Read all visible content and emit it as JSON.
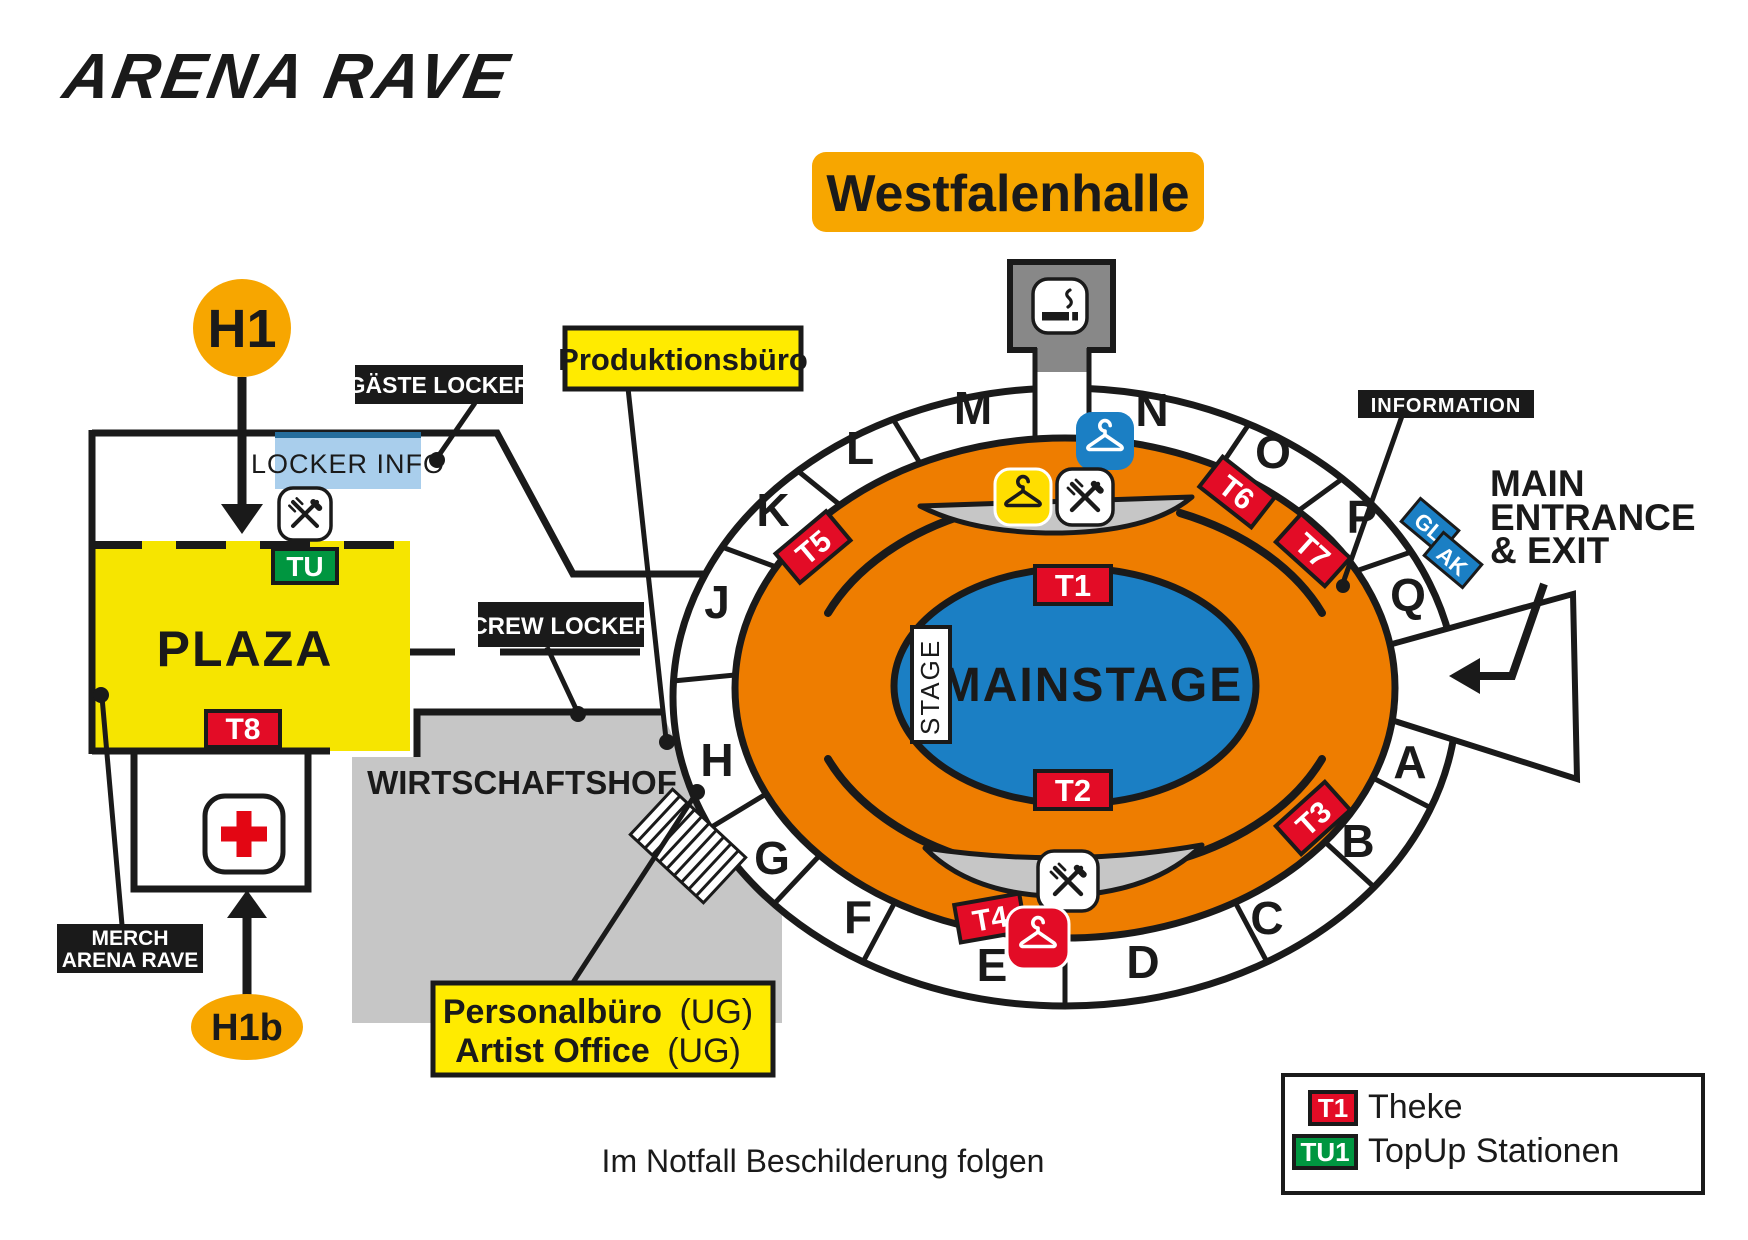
{
  "logo": "ARENA RAVE",
  "title": "Westfalenhalle",
  "shuttle": {
    "h1": "H1",
    "h1b": "H1b"
  },
  "labels": {
    "gaeste_locker": "GÄSTE LOCKER",
    "locker_info": "LOCKER INFO",
    "produktionsbuero": "Produktionsbüro",
    "crew_locker": "CREW LOCKER",
    "plaza": "PLAZA",
    "wirtschaftshof": "WIRTSCHAFTSHOF",
    "merch_line1": "MERCH",
    "merch_line2": "ARENA RAVE",
    "personalbuero": "Personalbüro",
    "personalbuero_suffix": "(UG)",
    "artist_office": "Artist Office",
    "artist_office_suffix": "(UG)",
    "information": "INFORMATION",
    "main_entrance_line1": "MAIN",
    "main_entrance_line2": "ENTRANCE",
    "main_entrance_line3": "& EXIT",
    "mainstage": "MAINSTAGE",
    "stage": "STAGE",
    "notfall": "Im Notfall Beschilderung folgen"
  },
  "sections": [
    "M",
    "N",
    "O",
    "P",
    "Q",
    "A",
    "B",
    "C",
    "D",
    "E",
    "F",
    "G",
    "H",
    "J",
    "K",
    "L"
  ],
  "badges": {
    "t1": "T1",
    "t2": "T2",
    "t3": "T3",
    "t4": "T4",
    "t5": "T5",
    "t6": "T6",
    "t7": "T7",
    "t8": "T8",
    "tu": "TU",
    "gl": "GL",
    "ak": "AK"
  },
  "legend": {
    "theke_badge": "T1",
    "theke_label": "Theke",
    "topup_badge": "TU1",
    "topup_label": "TopUp Stationen"
  },
  "icons": {
    "smoking": "smoking-area-icon",
    "food": "food-court-icon",
    "wardrobe": "wardrobe-icon",
    "first_aid": "first-aid-icon"
  },
  "colors": {
    "ink": "#1A1A1A",
    "ring-orange": "#EE7D00",
    "stage-blue": "#1B7FC4",
    "banner-orange": "#F7A600",
    "plaza-yellow": "#F6E500",
    "label-yellow": "#FFEB00",
    "red": "#E30C26",
    "green": "#009640",
    "locker-blue": "#A9CEEC",
    "locker-blue-dark": "#256D9C",
    "light-gray": "#C6C6C6",
    "mid-gray": "#888888",
    "logo-gray": "#9D9D9C",
    "first-aid-red": "#E30613",
    "hanger-yellow": "#FFDE00"
  }
}
